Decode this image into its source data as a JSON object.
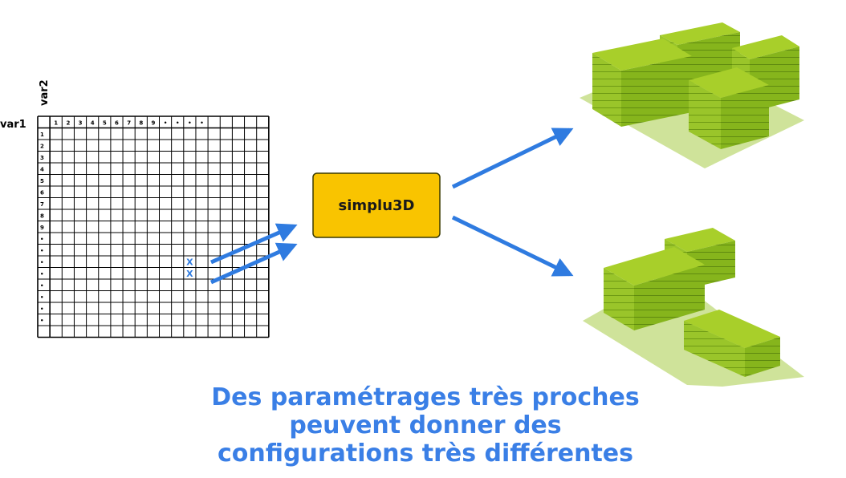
{
  "grid": {
    "row_var": "var1",
    "col_var": "var2",
    "col_headers": [
      "1",
      "2",
      "3",
      "4",
      "5",
      "6",
      "7",
      "8",
      "9",
      "•",
      "•",
      "•",
      "•"
    ],
    "row_headers": [
      "1",
      "2",
      "3",
      "4",
      "5",
      "6",
      "7",
      "8",
      "9",
      "•",
      "•",
      "•",
      "•",
      "•",
      "•",
      "•",
      "•"
    ],
    "marks": [
      "X",
      "X"
    ]
  },
  "model_box": {
    "label": "simplu3D",
    "fill": "#f9c400",
    "stroke": "#3a3a00"
  },
  "arrow_color": "#2f7be0",
  "caption": {
    "lines": [
      "Des paramétrages très proches",
      "peuvent donner des",
      "configurations très différentes"
    ],
    "color": "#3a7fe6"
  },
  "building_colors": {
    "top": "#a8cf2a",
    "side": "#86b51c",
    "front": "#9ac52a",
    "ground": "#cfe39a"
  }
}
